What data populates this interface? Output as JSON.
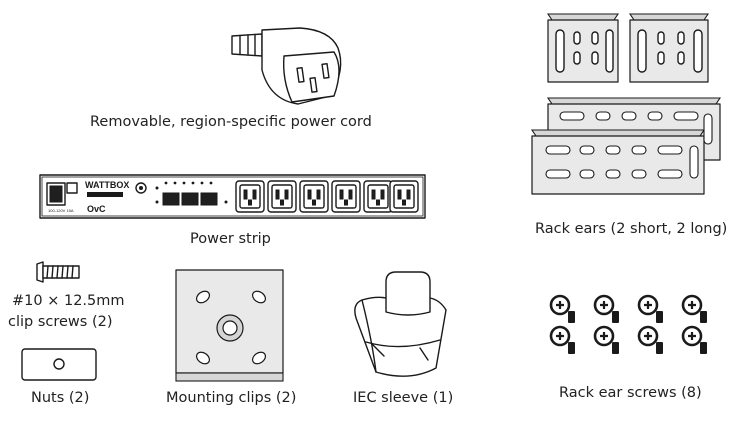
{
  "captions": {
    "power_cord": "Removable, region-specific power cord",
    "power_strip": "Power strip",
    "rack_ears": "Rack ears (2 short, 2 long)",
    "clip_screws_line1": "#10 × 12.5mm",
    "clip_screws_line2": "clip screws (2)",
    "nuts": "Nuts (2)",
    "mounting_clips": "Mounting clips (2)",
    "iec_sleeve": "IEC sleeve (1)",
    "rack_ear_screws": "Rack ear screws (8)"
  },
  "power_strip_logo": "WATTBOX",
  "icons": {
    "power_cord": "power-cord-icon",
    "power_strip": "power-strip-icon",
    "rack_ears": "rack-ears-icon",
    "clip_screw": "clip-screw-icon",
    "nut": "nut-icon",
    "mounting_clip": "mounting-clip-icon",
    "iec_sleeve": "iec-sleeve-icon",
    "rack_ear_screws": "rack-ear-screws-icon"
  }
}
